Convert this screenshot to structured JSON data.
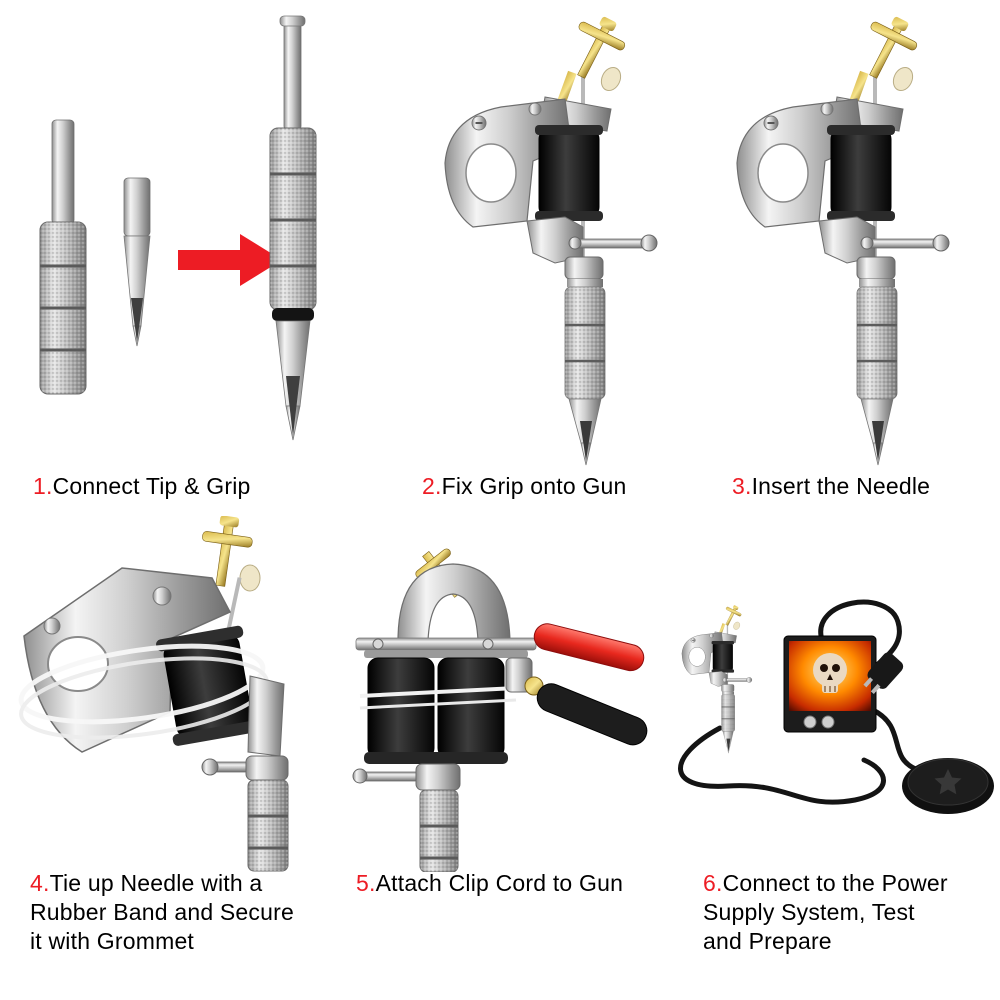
{
  "page": {
    "background": "#ffffff"
  },
  "colors": {
    "step_number": "#ed1c24",
    "caption": "#000000",
    "arrow": "#ed1c24"
  },
  "icons": {
    "arrow": "red-arrow-right-icon",
    "skull": "skull-flame-graphic",
    "star": "star-emblem-icon"
  },
  "steps": [
    {
      "number": "1.",
      "caption": "Connect Tip & Grip",
      "figure": "tip-and-grip-assembly-photo"
    },
    {
      "number": "2.",
      "caption": "Fix Grip onto Gun",
      "figure": "machine-with-grip-photo"
    },
    {
      "number": "3.",
      "caption": "Insert the Needle",
      "figure": "machine-with-needle-photo"
    },
    {
      "number": "4.",
      "caption": "Tie up Needle with a Rubber Band and Secure it with Grommet",
      "figure": "machine-rubber-band-closeup-photo"
    },
    {
      "number": "5.",
      "caption": "Attach Clip Cord to Gun",
      "figure": "machine-clip-cord-closeup-photo"
    },
    {
      "number": "6.",
      "caption": "Connect to the Power Supply System, Test and Prepare",
      "figure": "power-supply-setup-photo"
    }
  ]
}
